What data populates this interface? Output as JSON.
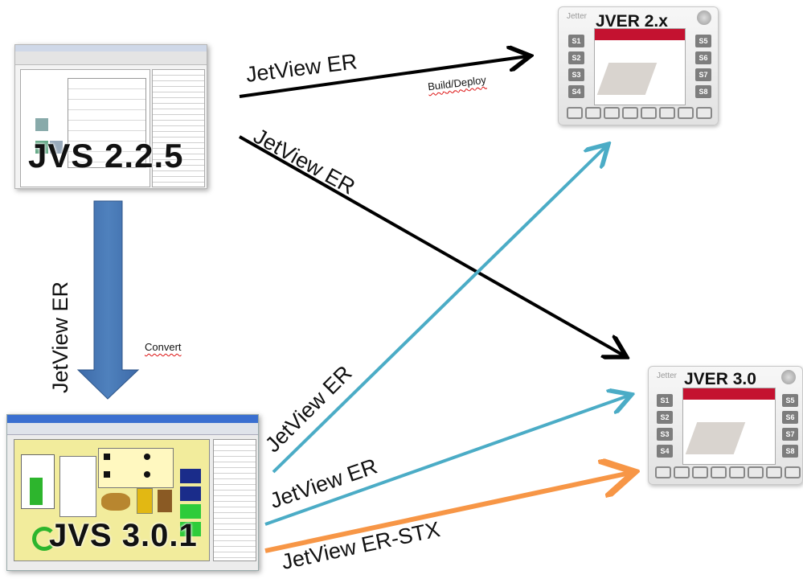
{
  "nodes": {
    "jvs225": {
      "title": "JVS 2.2.5"
    },
    "jvs301": {
      "title": "JVS 3.0.1"
    },
    "jver2x": {
      "title": "JVER 2.x",
      "brand": "Jetter",
      "keys_left": [
        "S1",
        "S2",
        "S3",
        "S4"
      ],
      "keys_right": [
        "S5",
        "S6",
        "S7",
        "S8"
      ]
    },
    "jver30": {
      "title": "JVER 3.0",
      "brand": "Jetter",
      "keys_left": [
        "S1",
        "S2",
        "S3",
        "S4"
      ],
      "keys_right": [
        "S5",
        "S6",
        "S7",
        "S8"
      ]
    }
  },
  "edges": [
    {
      "from": "JVS 2.2.5",
      "to": "JVER 2.x",
      "label": "JetView ER",
      "note": "Build/Deploy",
      "color": "#000000"
    },
    {
      "from": "JVS 2.2.5",
      "to": "JVER 3.0",
      "label": "JetView ER",
      "color": "#000000"
    },
    {
      "from": "JVS 2.2.5",
      "to": "JVS 3.0.1",
      "label": "JetView ER",
      "note": "Convert",
      "color": "#4f81bd"
    },
    {
      "from": "JVS 3.0.1",
      "to": "JVER 2.x",
      "label": "JetView ER",
      "color": "#4bacc6"
    },
    {
      "from": "JVS 3.0.1",
      "to": "JVER 3.0",
      "label": "JetView ER",
      "color": "#4bacc6"
    },
    {
      "from": "JVS 3.0.1",
      "to": "JVER 3.0",
      "label": "JetView ER-STX",
      "color": "#f79646"
    }
  ],
  "colors": {
    "black_arrow": "#000000",
    "teal_arrow": "#4bacc6",
    "orange_arrow": "#f79646",
    "blue_arrow": "#4f81bd"
  }
}
